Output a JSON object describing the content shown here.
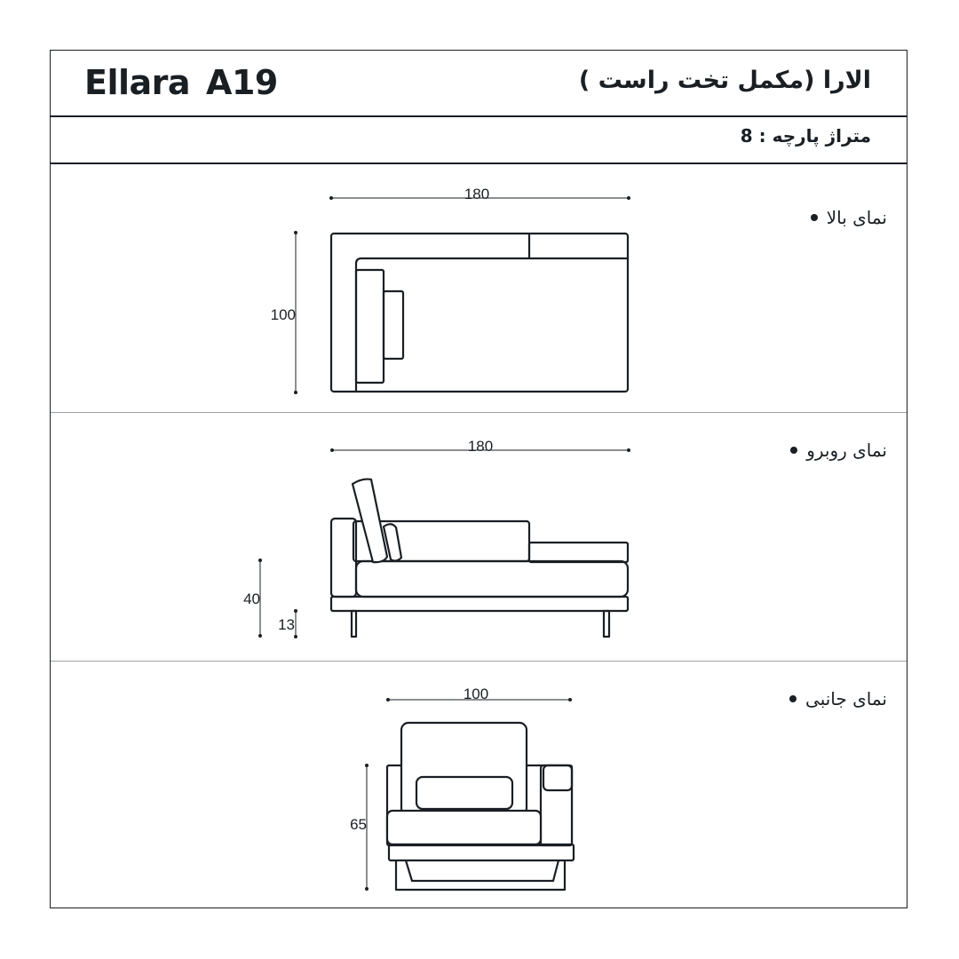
{
  "header": {
    "brand": "Ellara",
    "model_code": "A19",
    "title_fa": "الارا (مکمل تخت راست )",
    "meterage_fa": "متراژ پارچه : 8"
  },
  "views": [
    {
      "label": "نمای بالا",
      "dimensions": {
        "width": "180",
        "depth": "100"
      }
    },
    {
      "label": "نمای روبرو",
      "dimensions": {
        "width": "180",
        "seat_height": "40",
        "leg_height": "13"
      }
    },
    {
      "label": "نمای جانبی",
      "dimensions": {
        "depth": "100",
        "height": "65"
      }
    }
  ],
  "colors": {
    "line": "#1a1f24",
    "divider": "#9aa0a6",
    "background": "#ffffff"
  }
}
